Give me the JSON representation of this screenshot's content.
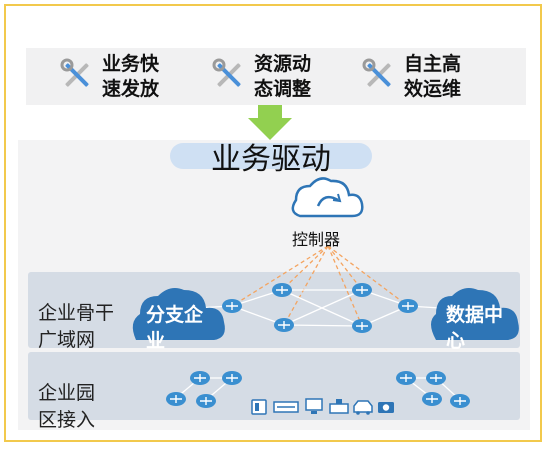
{
  "features": [
    {
      "icon": "tools-icon",
      "line1": "业务快",
      "line2": "速发放"
    },
    {
      "icon": "tools-icon",
      "line1": "资源动",
      "line2": "态调整"
    },
    {
      "icon": "tools-icon",
      "line1": "自主高",
      "line2": "效运维"
    }
  ],
  "drive_label": "业务驱动",
  "controller": {
    "icon": "cloud-controller-icon",
    "label": "控制器"
  },
  "wan": {
    "label_line1": "企业骨干",
    "label_line2": "广域网",
    "branch_cloud": {
      "line1": "分支企",
      "line2": "业"
    },
    "datacenter_cloud": {
      "line1": "数据中",
      "line2": "心"
    }
  },
  "campus": {
    "label_line1": "企业园",
    "label_line2": "区接入",
    "terminal_icons": [
      "phone-icon",
      "printer-icon",
      "monitor-icon",
      "scanner-icon",
      "car-icon",
      "camera-icon"
    ]
  },
  "colors": {
    "frame": "#f2c94c",
    "arrow": "#92d050",
    "accent_blue": "#2e75b6",
    "router_blue": "#3a8fd0",
    "dashed_link": "#f4a460"
  }
}
